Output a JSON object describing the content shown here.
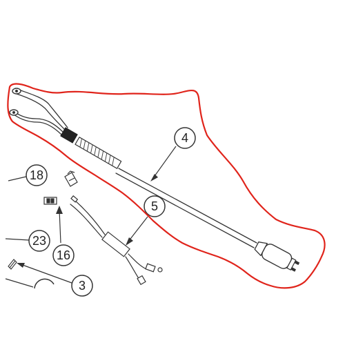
{
  "diagram": {
    "highlight_color": "#e0241b",
    "line_color": "#333333",
    "callouts": [
      {
        "id": "callout-4",
        "label": "4"
      },
      {
        "id": "callout-5",
        "label": "5"
      },
      {
        "id": "callout-18",
        "label": "18"
      },
      {
        "id": "callout-16",
        "label": "16"
      },
      {
        "id": "callout-23",
        "label": "23"
      },
      {
        "id": "callout-3",
        "label": "3"
      }
    ],
    "parts": [
      {
        "name": "power-cord-with-plug",
        "callout": "4"
      },
      {
        "name": "inline-wire-harness",
        "callout": "5"
      },
      {
        "name": "wire-connector-cap",
        "callout": "18"
      },
      {
        "name": "terminal-connector",
        "callout": "16"
      }
    ]
  }
}
